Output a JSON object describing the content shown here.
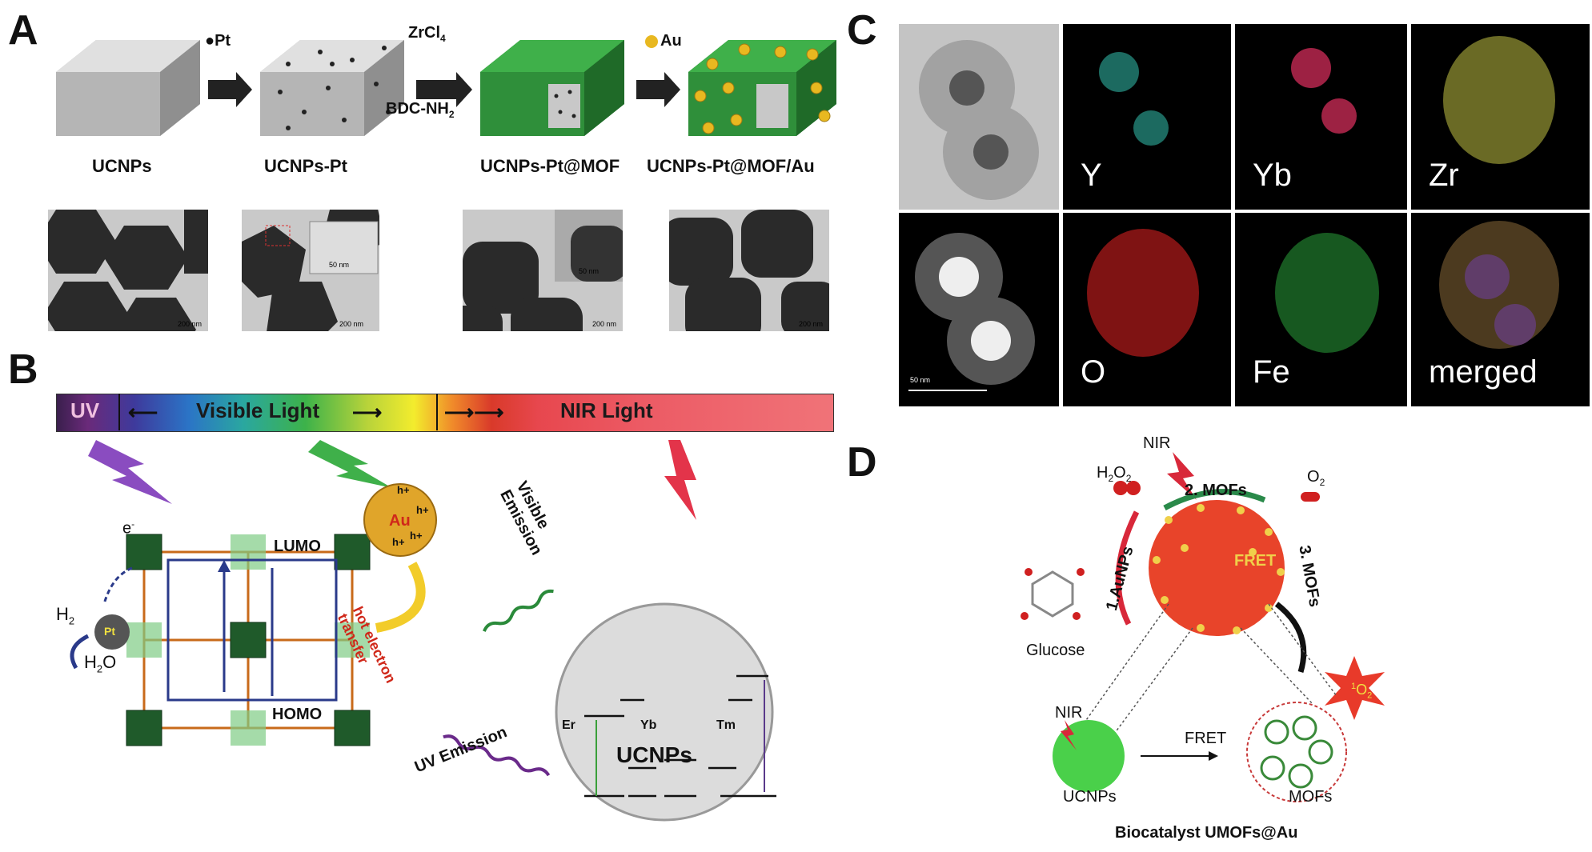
{
  "panels": {
    "a": "A",
    "b": "B",
    "c": "C",
    "d": "D"
  },
  "panel_a": {
    "steps": [
      "UCNPs",
      "UCNPs-Pt",
      "UCNPs-Pt@MOF",
      "UCNPs-Pt@MOF/Au"
    ],
    "arrow1": "●Pt",
    "arrow2_line1": "ZrCl",
    "arrow2_sub1": "4",
    "arrow2_line2": "BDC-NH",
    "arrow2_sub2": "2",
    "arrow3": "Au",
    "scale_bars": [
      "200 nm",
      "200 nm",
      "200 nm",
      "200 nm"
    ],
    "inset_scale": [
      "50 nm",
      "50 nm"
    ]
  },
  "panel_b": {
    "uv": "UV",
    "visible": "Visible Light",
    "nir": "NIR Light",
    "electron": "e",
    "electron_sup": "-",
    "pt": "Pt",
    "h2": "H",
    "h2_sub": "2",
    "h2o": "H",
    "h2o_sub": "2",
    "h2o_o": "O",
    "lumo": "LUMO",
    "homo": "HOMO",
    "au": "Au",
    "holes": [
      "h+",
      "h+",
      "h+",
      "h+"
    ],
    "hot1": "hot electron",
    "hot2": "transfer",
    "vis1": "Visible",
    "vis2": "Emission",
    "uv_emission": "UV Emission",
    "levels": [
      "Er",
      "Yb",
      "Tm"
    ],
    "ucnps": "UCNPs"
  },
  "panel_c": {
    "elements": [
      "Y",
      "Yb",
      "Zr",
      "O",
      "Fe",
      "merged"
    ],
    "scale": "50 nm",
    "colors": {
      "Y": "#2fb0a0",
      "Yb": "#e03060",
      "Zr": "#d4d44a",
      "O": "#d42020",
      "Fe": "#2aa03a"
    }
  },
  "panel_d": {
    "nir_top": "NIR",
    "h2o2": "H",
    "h2o2_sub1": "2",
    "h2o2_o": "O",
    "h2o2_sub2": "2",
    "mofs2": "2. MOFs",
    "o2": "O",
    "o2_sub": "2",
    "aunps": "1.AuNPs",
    "fret_sphere": "FRET",
    "mofs3": "3. MOFs",
    "singlet": "O",
    "singlet_pre": "1",
    "singlet_sub": "2",
    "glucose": "Glucose",
    "nir_bottom": "NIR",
    "fret": "FRET",
    "ucnps": "UCNPs",
    "mofs": "MOFs",
    "caption": "Biocatalyst UMOFs@Au"
  }
}
